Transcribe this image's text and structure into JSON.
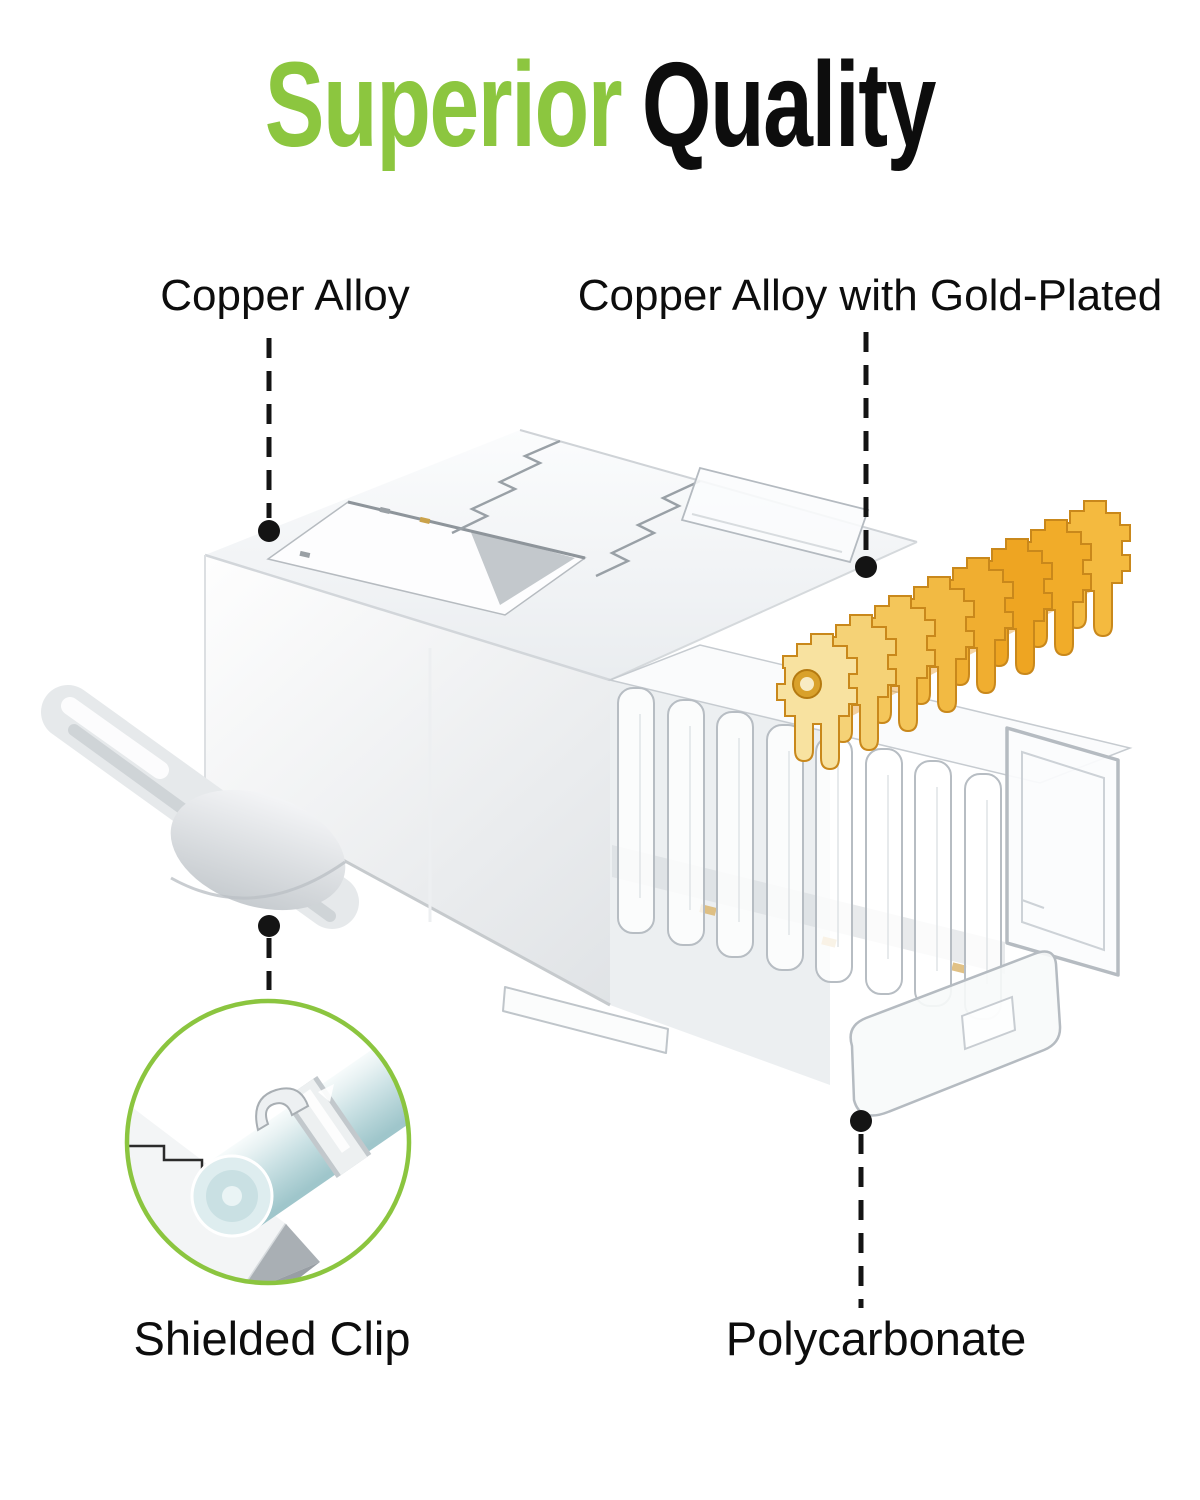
{
  "title": {
    "word_green": "Superior",
    "word_black": "Quality"
  },
  "callouts": {
    "copper_alloy": {
      "label": "Copper Alloy"
    },
    "gold_plated": {
      "label": "Copper Alloy with Gold-Plated"
    },
    "shielded_clip": {
      "label": "Shielded Clip"
    },
    "polycarbonate": {
      "label": "Polycarbonate"
    }
  },
  "colors": {
    "accent_green": "#8CC63F",
    "title_black": "#0D0D0D",
    "label_text": "#0D0D0D",
    "leader_line": "#141414",
    "inset_ring_green": "#8BC53F",
    "gold_light": "#F8E2A0",
    "gold_main": "#F2BA43",
    "gold_deep": "#E8920F",
    "metal_light": "#F7F8F9",
    "metal_shadow": "#C9CDD1",
    "clear_outline": "#B7BDC3",
    "cable_teal_light": "#E8F2F3",
    "cable_teal_dark": "#9FC6CB"
  },
  "diagram": {
    "parts": [
      {
        "name": "shield-housing",
        "material_label": "Copper Alloy"
      },
      {
        "name": "gold-contacts",
        "material_label": "Copper Alloy with Gold-Plated"
      },
      {
        "name": "shielded-clip",
        "material_label": "Shielded Clip"
      },
      {
        "name": "connector-housing",
        "material_label": "Polycarbonate"
      }
    ]
  }
}
